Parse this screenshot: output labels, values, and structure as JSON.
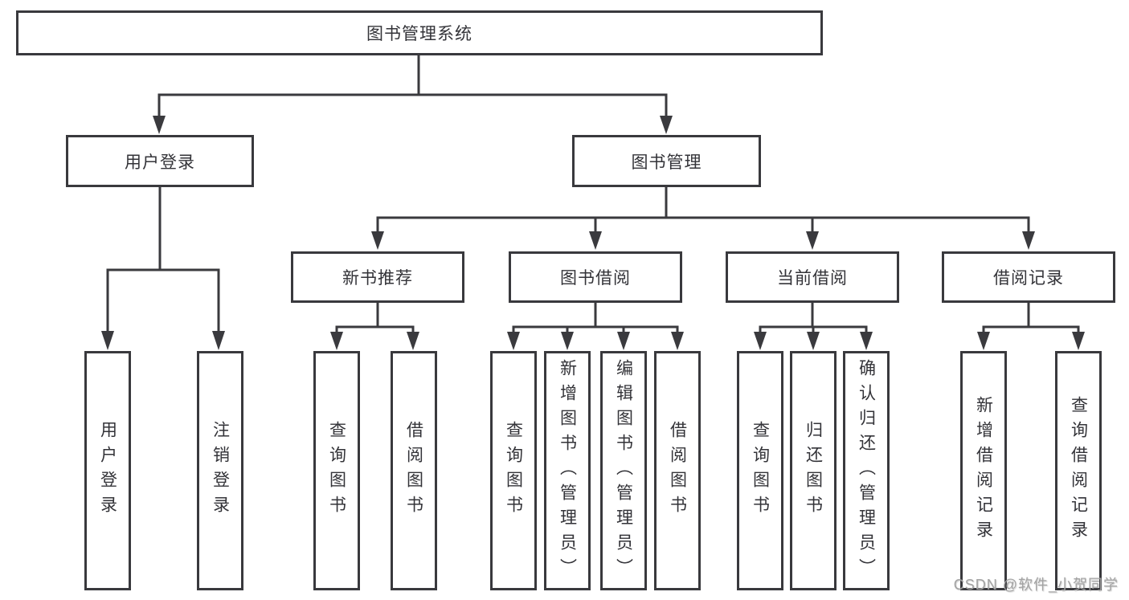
{
  "diagram": {
    "root": "图书管理系统",
    "user": {
      "label": "用户登录",
      "children": [
        "用户登录",
        "注销登录"
      ]
    },
    "mgmt": {
      "label": "图书管理",
      "sections": [
        {
          "label": "新书推荐",
          "children": [
            "查询图书",
            "借阅图书"
          ]
        },
        {
          "label": "图书借阅",
          "children": [
            "查询图书",
            "新增图书（管理员）",
            "编辑图书（管理员）",
            "借阅图书"
          ]
        },
        {
          "label": "当前借阅",
          "children": [
            "查询图书",
            "归还图书",
            "确认归还（管理员）"
          ]
        },
        {
          "label": "借阅记录",
          "children": [
            "新增借阅记录",
            "查询借阅记录"
          ]
        }
      ]
    }
  },
  "watermark": {
    "text": "CSDN @软件_小贺同学"
  },
  "colors": {
    "line": "#3a3a3e",
    "box_border": "#39393d",
    "text": "#333338",
    "watermark": "#a3a3a3",
    "background": "#ffffff"
  }
}
